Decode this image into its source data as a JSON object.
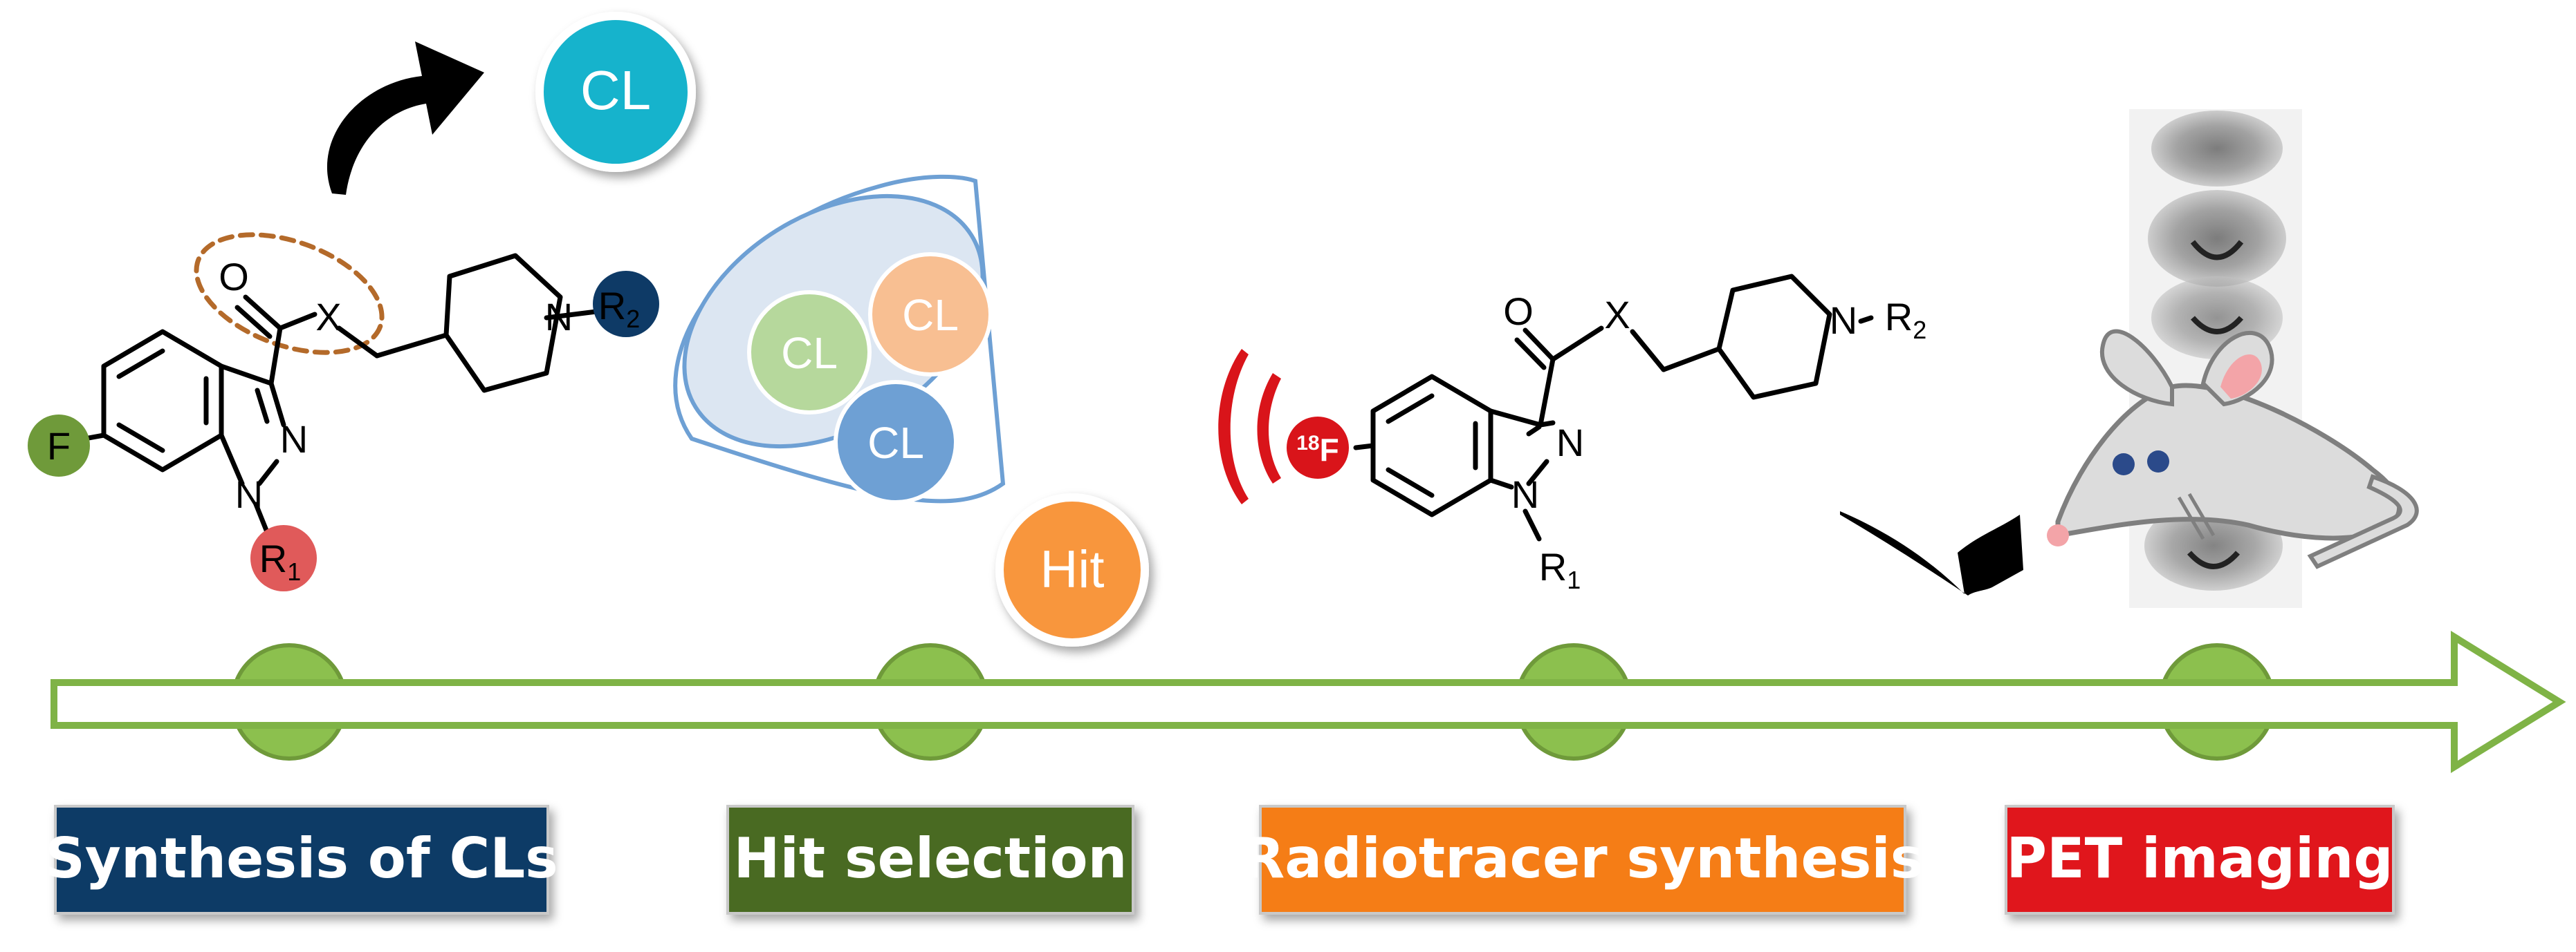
{
  "circles": {
    "cl_top": "CL",
    "cl_a": "CL",
    "cl_b": "CL",
    "cl_c": "CL",
    "hit": "Hit"
  },
  "molecule1": {
    "o": "O",
    "x": "X",
    "n_pip": "N",
    "r2": "R",
    "r2_sub": "2",
    "f": "F",
    "n_a": "N",
    "n_b": "N",
    "r1": "R",
    "r1_sub": "1"
  },
  "molecule2": {
    "o": "O",
    "x": "X",
    "n_pip": "N",
    "r2": "R",
    "r2_sub": "2",
    "f_mass": "18",
    "f": "F",
    "n_a": "N",
    "n_b": "N",
    "r1": "R",
    "r1_sub": "1"
  },
  "stages": [
    {
      "label": "Synthesis of CLs",
      "color": "#0b3a66"
    },
    {
      "label": "Hit selection",
      "color": "#4a6a22"
    },
    {
      "label": "Radiotracer synthesis",
      "color": "#f57d14"
    },
    {
      "label": "PET imaging",
      "color": "#e0141a"
    }
  ],
  "colors": {
    "timeline_green": "#7fb346",
    "node_green": "#8cc04e",
    "cl_teal": "#17b3cc",
    "cl_green": "#b6d89c",
    "cl_orange": "#f8bf92",
    "cl_blue": "#6ea0d4",
    "hit_orange": "#f8963d",
    "f_green": "#6f9a3a",
    "r1_red": "#e05a5a",
    "r2_navy": "#0e3a66",
    "f18_red": "#d9141a"
  },
  "icons": [
    "curved-arrow-icon",
    "funnel-icon",
    "radioactive-signal-icon",
    "mouse-icon",
    "pet-scan-image"
  ]
}
